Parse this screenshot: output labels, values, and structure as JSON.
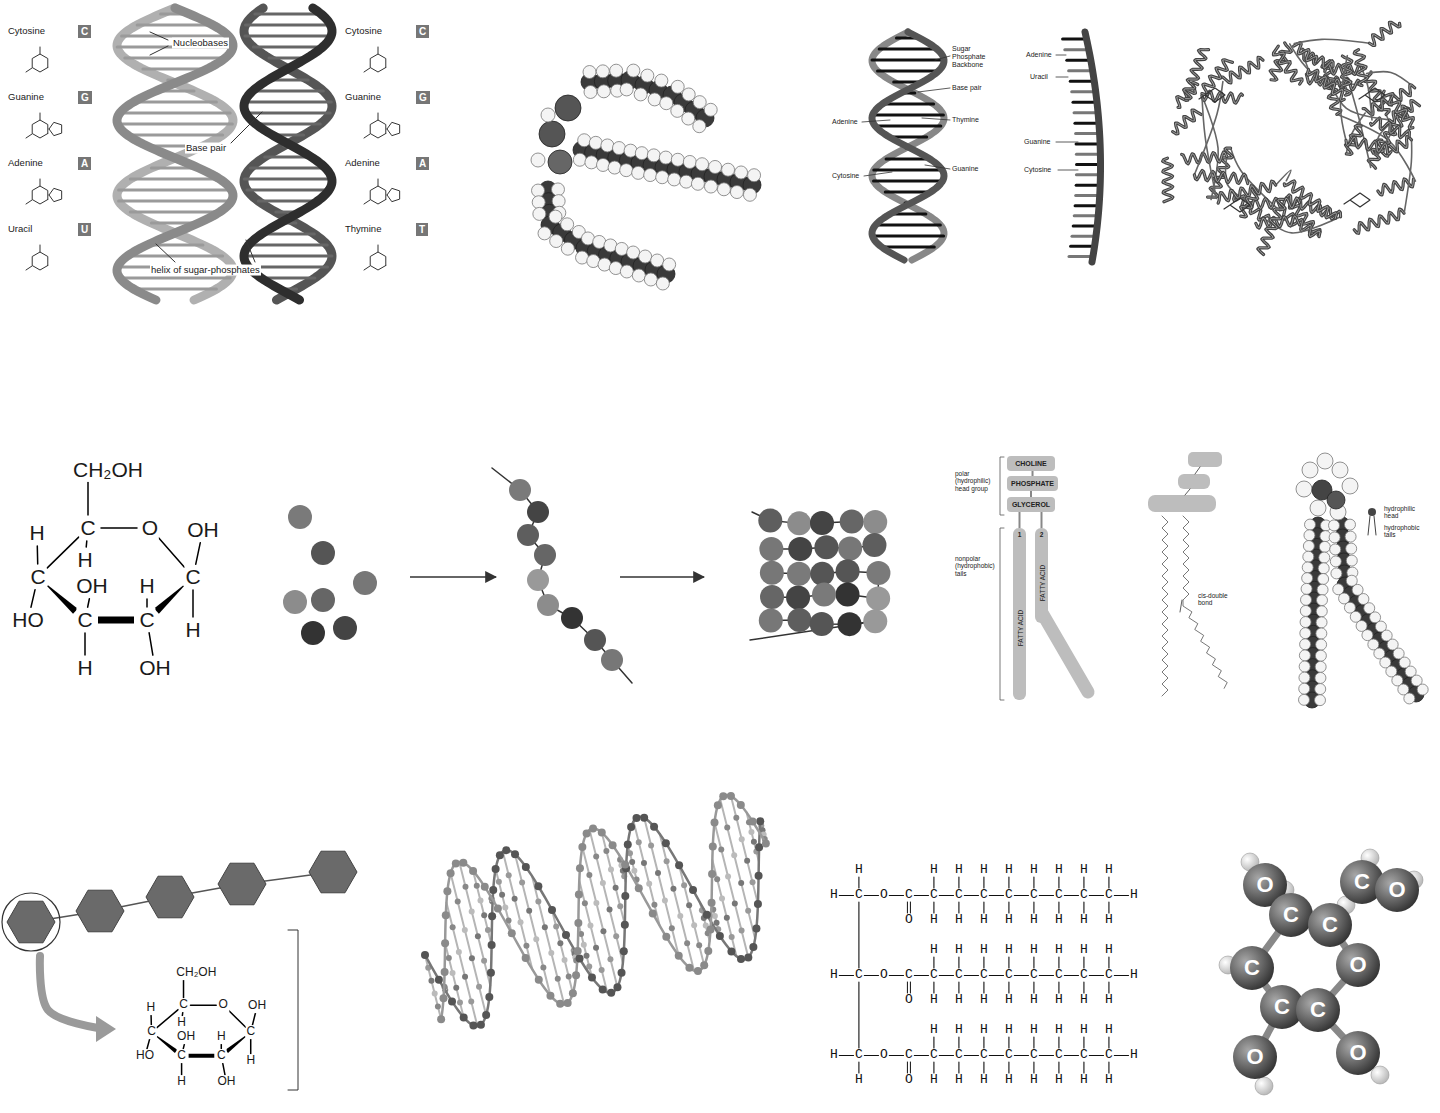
{
  "diagram": {
    "nodes": [
      {
        "text": [
          "C"
        ]
      },
      {
        "text": [
          "G"
        ]
      },
      {
        "text": [
          "A"
        ]
      },
      {
        "text": [
          "U"
        ]
      },
      {
        "text": [
          "C"
        ]
      },
      {
        "text": [
          "G"
        ]
      },
      {
        "text": [
          "A"
        ]
      },
      {
        "text": [
          "T"
        ]
      },
      {
        "text": [
          "CHOLINE"
        ]
      },
      {
        "text": [
          "PHOSPHATE"
        ]
      },
      {
        "text": [
          "GLYCEROL"
        ]
      },
      {
        "text": [
          "1",
          "FATTY ACID"
        ]
      },
      {
        "text": [
          "2",
          "FATTY ACID"
        ]
      }
    ],
    "edges": [
      {
        "from": 8,
        "to": 9,
        "arrow": "none"
      },
      {
        "from": 9,
        "to": 10,
        "arrow": "none"
      },
      {
        "from": 10,
        "to": 11,
        "arrow": "none"
      },
      {
        "from": 10,
        "to": 12,
        "arrow": "none"
      }
    ],
    "labels": [
      "Cytosine",
      "Guanine",
      "Adenine",
      "Uracil",
      "Nucleobases",
      "Base pair",
      "helix of sugar-phosphates",
      "Cytosine",
      "Guanine",
      "Adenine",
      "Thymine",
      "Sugar Phosphate Backbone",
      "Adenine",
      "Base pair",
      "Thymine",
      "Guanine",
      "Cytosine",
      "Adenine",
      "Uracil",
      "Guanine",
      "Cytosine",
      "CH₂OH",
      "H",
      "C",
      "O",
      "OH",
      "H",
      "C",
      "C",
      "OH",
      "H",
      "HO",
      "C",
      "C",
      "H",
      "H",
      "OH",
      "polar (hydrophilic) head group",
      "nonpolar (hydrophobic) tails",
      "cis-double bond",
      "hydrophilic head",
      "hydrophobic tails",
      "CH₂OH",
      "H",
      "C",
      "O",
      "OH",
      "H",
      "C",
      "C",
      "OH",
      "H",
      "HO",
      "C",
      "C",
      "H",
      "H",
      "OH",
      "  H     H H H H H H H H",
      "H C O C C C C C C C C C H",
      "      O H H H H H H H H",
      "        H H H H H H H H",
      "H C O C C C C C C C C C H",
      "      O H H H H H H H H",
      "        H H H H H H H H",
      "H C O C C C C C C C C C H",
      "  H   O H H H H H H H H",
      "O",
      "C",
      "O",
      "C",
      "C",
      "O",
      "C",
      "C",
      "C",
      "O",
      "O"
    ]
  }
}
